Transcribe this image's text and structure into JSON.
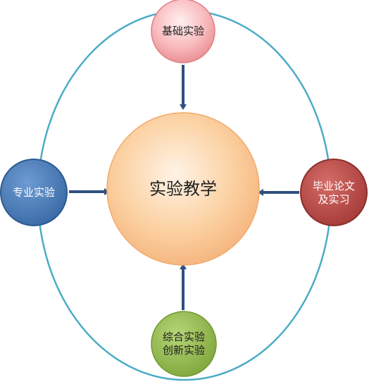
{
  "diagram": {
    "center": {
      "label": "实验教学",
      "color": "#fbd3a8"
    },
    "top": {
      "label": "基础实验",
      "color": "#f6b4b8"
    },
    "left": {
      "label": "专业实验",
      "color": "#4f81bd"
    },
    "right": {
      "label": "毕业论文\n及实习",
      "color": "#c0504d"
    },
    "bottom": {
      "label": "综合实验\n创新实验",
      "color": "#9bbb59"
    },
    "ring_color": "#4bacc6",
    "arrow_color": "#2f4f7f"
  }
}
